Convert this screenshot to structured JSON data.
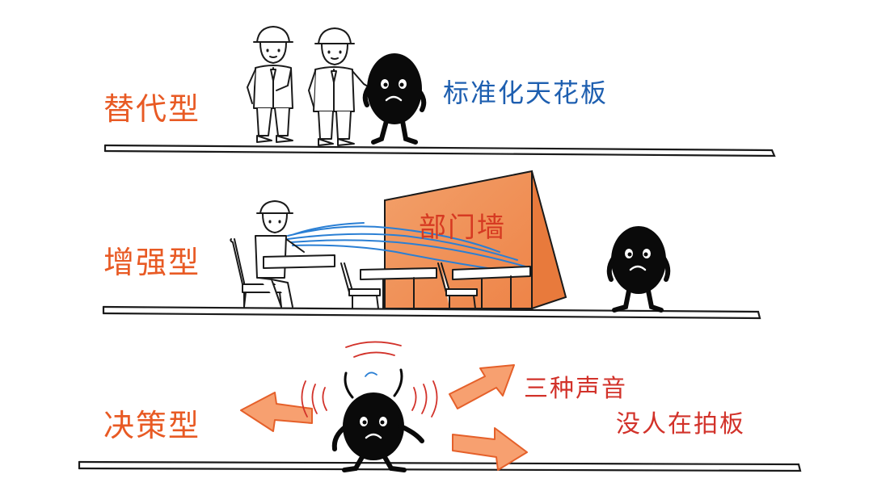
{
  "rows": [
    {
      "label": "替代型",
      "note": "标准化天花板"
    },
    {
      "label": "增强型",
      "note": "部门墙"
    },
    {
      "label": "决策型",
      "notes": [
        "三种声音",
        "没人在拍板"
      ]
    }
  ],
  "colors": {
    "row_label": "#e85a24",
    "blue_note": "#1e5fb0",
    "red_note": "#d2322a",
    "wall_fill": "#f0955a",
    "arrow_fill": "#f7a070",
    "wind_lines": "#2a7fd4",
    "character": "#0a0a0a"
  },
  "icons": [
    "worker-icon",
    "blob-character-icon",
    "orange-arrow-icon",
    "chair-icon",
    "table-icon"
  ]
}
